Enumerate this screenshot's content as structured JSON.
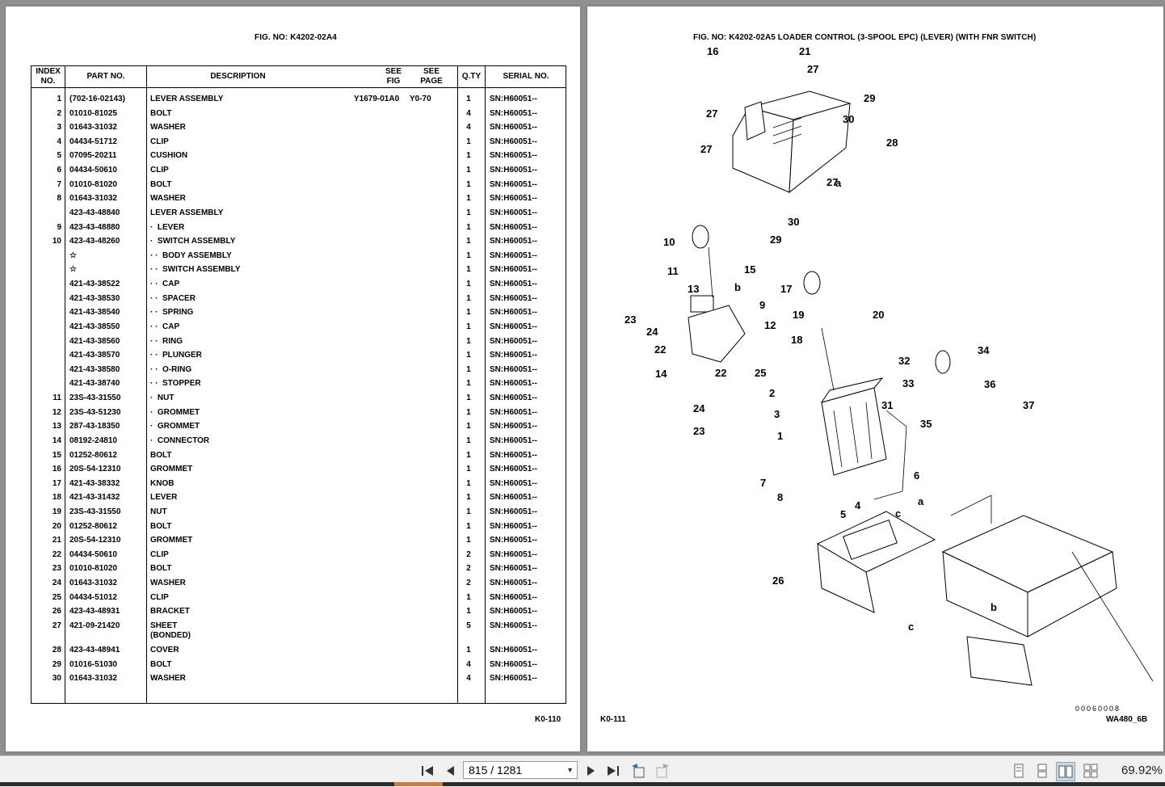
{
  "left_page": {
    "fig_label": "FIG. NO:   K4202-02A4",
    "page_number": "K0-110",
    "headers": {
      "index": "INDEX\nNO.",
      "part": "PART NO.",
      "description": "DESCRIPTION",
      "see_fig": "SEE\nFIG",
      "see_page": "SEE\nPAGE",
      "qty": "Q.TY",
      "serial": "SERIAL NO."
    },
    "rows": [
      {
        "idx": "1",
        "part": "(702-16-02143)",
        "desc": "LEVER ASSEMBLY",
        "fig": "Y1679-01A0",
        "page": "Y0-70",
        "qty": "1",
        "serial": "SN:H60051--"
      },
      {
        "idx": "2",
        "part": "01010-81025",
        "desc": "BOLT",
        "fig": "",
        "page": "",
        "qty": "4",
        "serial": "SN:H60051--"
      },
      {
        "idx": "3",
        "part": "01643-31032",
        "desc": "WASHER",
        "fig": "",
        "page": "",
        "qty": "4",
        "serial": "SN:H60051--"
      },
      {
        "idx": "4",
        "part": "04434-51712",
        "desc": "CLIP",
        "fig": "",
        "page": "",
        "qty": "1",
        "serial": "SN:H60051--"
      },
      {
        "idx": "5",
        "part": "07095-20211",
        "desc": "CUSHION",
        "fig": "",
        "page": "",
        "qty": "1",
        "serial": "SN:H60051--"
      },
      {
        "idx": "6",
        "part": "04434-50610",
        "desc": "CLIP",
        "fig": "",
        "page": "",
        "qty": "1",
        "serial": "SN:H60051--"
      },
      {
        "idx": "7",
        "part": "01010-81020",
        "desc": "BOLT",
        "fig": "",
        "page": "",
        "qty": "1",
        "serial": "SN:H60051--"
      },
      {
        "idx": "8",
        "part": "01643-31032",
        "desc": "WASHER",
        "fig": "",
        "page": "",
        "qty": "1",
        "serial": "SN:H60051--"
      },
      {
        "idx": "",
        "part": "423-43-48840",
        "desc": "LEVER ASSEMBLY",
        "fig": "",
        "page": "",
        "qty": "1",
        "serial": "SN:H60051--"
      },
      {
        "idx": "9",
        "part": "423-43-48880",
        "desc": "·  LEVER",
        "fig": "",
        "page": "",
        "qty": "1",
        "serial": "SN:H60051--"
      },
      {
        "idx": "10",
        "part": "423-43-48260",
        "desc": "·  SWITCH ASSEMBLY",
        "fig": "",
        "page": "",
        "qty": "1",
        "serial": "SN:H60051--"
      },
      {
        "idx": "",
        "part": "☆",
        "desc": "· ·  BODY ASSEMBLY",
        "fig": "",
        "page": "",
        "qty": "1",
        "serial": "SN:H60051--"
      },
      {
        "idx": "",
        "part": "☆",
        "desc": "· ·  SWITCH ASSEMBLY",
        "fig": "",
        "page": "",
        "qty": "1",
        "serial": "SN:H60051--"
      },
      {
        "idx": "",
        "part": "421-43-38522",
        "desc": "· ·  CAP",
        "fig": "",
        "page": "",
        "qty": "1",
        "serial": "SN:H60051--"
      },
      {
        "idx": "",
        "part": "421-43-38530",
        "desc": "· ·  SPACER",
        "fig": "",
        "page": "",
        "qty": "1",
        "serial": "SN:H60051--"
      },
      {
        "idx": "",
        "part": "421-43-38540",
        "desc": "· ·  SPRING",
        "fig": "",
        "page": "",
        "qty": "1",
        "serial": "SN:H60051--"
      },
      {
        "idx": "",
        "part": "421-43-38550",
        "desc": "· ·  CAP",
        "fig": "",
        "page": "",
        "qty": "1",
        "serial": "SN:H60051--"
      },
      {
        "idx": "",
        "part": "421-43-38560",
        "desc": "· ·  RING",
        "fig": "",
        "page": "",
        "qty": "1",
        "serial": "SN:H60051--"
      },
      {
        "idx": "",
        "part": "421-43-38570",
        "desc": "· ·  PLUNGER",
        "fig": "",
        "page": "",
        "qty": "1",
        "serial": "SN:H60051--"
      },
      {
        "idx": "",
        "part": "421-43-38580",
        "desc": "· ·  O-RING",
        "fig": "",
        "page": "",
        "qty": "1",
        "serial": "SN:H60051--"
      },
      {
        "idx": "",
        "part": "421-43-38740",
        "desc": "· ·  STOPPER",
        "fig": "",
        "page": "",
        "qty": "1",
        "serial": "SN:H60051--"
      },
      {
        "idx": "11",
        "part": "23S-43-31550",
        "desc": "·  NUT",
        "fig": "",
        "page": "",
        "qty": "1",
        "serial": "SN:H60051--"
      },
      {
        "idx": "12",
        "part": "23S-43-51230",
        "desc": "·  GROMMET",
        "fig": "",
        "page": "",
        "qty": "1",
        "serial": "SN:H60051--"
      },
      {
        "idx": "13",
        "part": "287-43-18350",
        "desc": "·  GROMMET",
        "fig": "",
        "page": "",
        "qty": "1",
        "serial": "SN:H60051--"
      },
      {
        "idx": "14",
        "part": "08192-24810",
        "desc": "·  CONNECTOR",
        "fig": "",
        "page": "",
        "qty": "1",
        "serial": "SN:H60051--"
      },
      {
        "idx": "15",
        "part": "01252-80612",
        "desc": "BOLT",
        "fig": "",
        "page": "",
        "qty": "1",
        "serial": "SN:H60051--"
      },
      {
        "idx": "16",
        "part": "20S-54-12310",
        "desc": "GROMMET",
        "fig": "",
        "page": "",
        "qty": "1",
        "serial": "SN:H60051--"
      },
      {
        "idx": "17",
        "part": "421-43-38332",
        "desc": "KNOB",
        "fig": "",
        "page": "",
        "qty": "1",
        "serial": "SN:H60051--"
      },
      {
        "idx": "18",
        "part": "421-43-31432",
        "desc": "LEVER",
        "fig": "",
        "page": "",
        "qty": "1",
        "serial": "SN:H60051--"
      },
      {
        "idx": "19",
        "part": "23S-43-31550",
        "desc": "NUT",
        "fig": "",
        "page": "",
        "qty": "1",
        "serial": "SN:H60051--"
      },
      {
        "idx": "20",
        "part": "01252-80612",
        "desc": "BOLT",
        "fig": "",
        "page": "",
        "qty": "1",
        "serial": "SN:H60051--"
      },
      {
        "idx": "21",
        "part": "20S-54-12310",
        "desc": "GROMMET",
        "fig": "",
        "page": "",
        "qty": "1",
        "serial": "SN:H60051--"
      },
      {
        "idx": "22",
        "part": "04434-50610",
        "desc": "CLIP",
        "fig": "",
        "page": "",
        "qty": "2",
        "serial": "SN:H60051--"
      },
      {
        "idx": "23",
        "part": "01010-81020",
        "desc": "BOLT",
        "fig": "",
        "page": "",
        "qty": "2",
        "serial": "SN:H60051--"
      },
      {
        "idx": "24",
        "part": "01643-31032",
        "desc": "WASHER",
        "fig": "",
        "page": "",
        "qty": "2",
        "serial": "SN:H60051--"
      },
      {
        "idx": "25",
        "part": "04434-51012",
        "desc": "CLIP",
        "fig": "",
        "page": "",
        "qty": "1",
        "serial": "SN:H60051--"
      },
      {
        "idx": "26",
        "part": "423-43-48931",
        "desc": "BRACKET",
        "fig": "",
        "page": "",
        "qty": "1",
        "serial": "SN:H60051--"
      },
      {
        "idx": "27",
        "part": "421-09-21420",
        "desc": "SHEET\n(BONDED)",
        "fig": "",
        "page": "",
        "qty": "5",
        "serial": "SN:H60051--"
      },
      {
        "idx": "28",
        "part": "423-43-48941",
        "desc": "COVER",
        "fig": "",
        "page": "",
        "qty": "1",
        "serial": "SN:H60051--"
      },
      {
        "idx": "29",
        "part": "01016-51030",
        "desc": "BOLT",
        "fig": "",
        "page": "",
        "qty": "4",
        "serial": "SN:H60051--"
      },
      {
        "idx": "30",
        "part": "01643-31032",
        "desc": "WASHER",
        "fig": "",
        "page": "",
        "qty": "4",
        "serial": "SN:H60051--"
      }
    ]
  },
  "right_page": {
    "fig_label": "FIG. NO:   K4202-02A5   LOADER CONTROL (3-SPOOL EPC) (LEVER) (WITH FNR SWITCH)",
    "page_number": "K0-111",
    "drawing_code": "00060008",
    "model": "WA480_6B",
    "callouts": [
      "16",
      "21",
      "27",
      "29",
      "30",
      "27",
      "28",
      "27",
      "27",
      "a",
      "30",
      "29",
      "10",
      "11",
      "15",
      "13",
      "b",
      "17",
      "19",
      "20",
      "9",
      "12",
      "23",
      "24",
      "18",
      "22",
      "14",
      "22",
      "25",
      "32",
      "34",
      "33",
      "36",
      "2",
      "31",
      "37",
      "24",
      "3",
      "35",
      "23",
      "1",
      "7",
      "6",
      "8",
      "4",
      "a",
      "5",
      "c",
      "26",
      "b",
      "c"
    ]
  },
  "toolbar": {
    "page_current": "815 / 1281",
    "zoom": "69.92%",
    "icons": [
      "first-page-icon",
      "prev-page-icon",
      "next-page-icon",
      "last-page-icon",
      "go-back-icon",
      "go-forward-icon",
      "single-page-icon",
      "continuous-page-icon",
      "two-page-icon",
      "two-page-continuous-icon"
    ]
  }
}
